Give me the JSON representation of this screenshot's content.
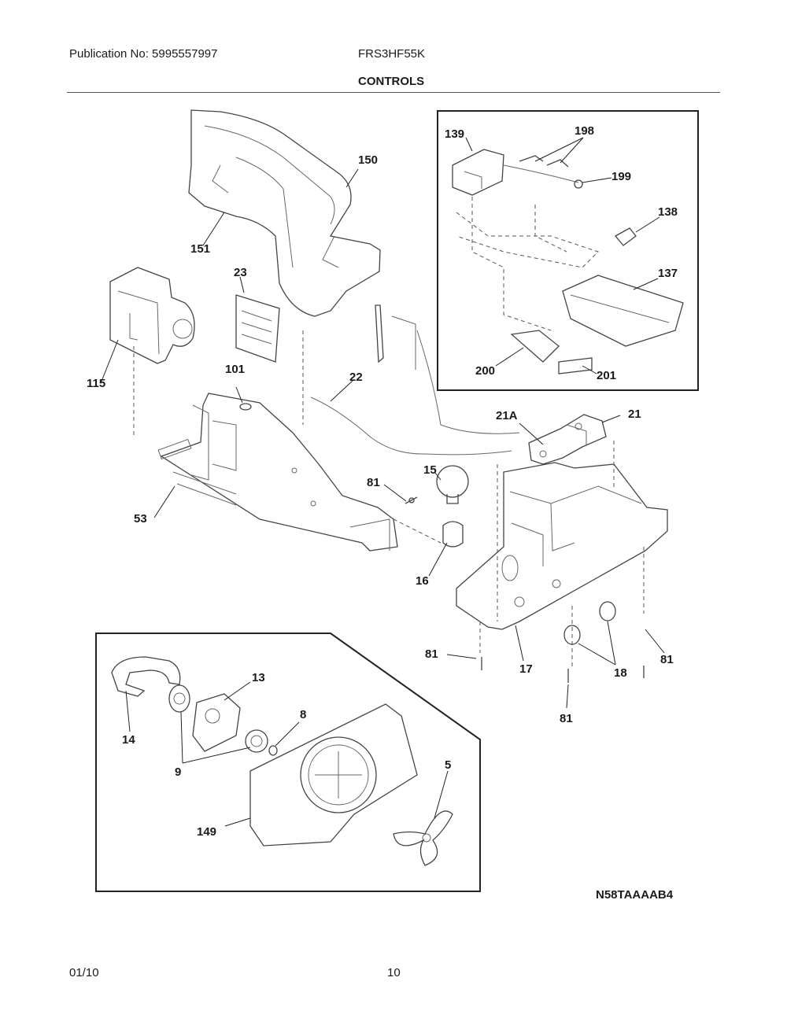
{
  "header": {
    "publication": "Publication No: 5995557997",
    "model": "FRS3HF55K",
    "section_title": "CONTROLS"
  },
  "diagram": {
    "code": "N58TAAAAB4",
    "callouts": {
      "p150": "150",
      "p151": "151",
      "p23": "23",
      "p115": "115",
      "p101": "101",
      "p22": "22",
      "p53": "53",
      "p81a": "81",
      "p15": "15",
      "p16": "16",
      "p21a": "21A",
      "p21": "21",
      "p17": "17",
      "p18": "18",
      "p81b": "81",
      "p81c": "81",
      "p81d": "81",
      "p139": "139",
      "p198": "198",
      "p199": "199",
      "p138": "138",
      "p137": "137",
      "p200": "200",
      "p201": "201",
      "p13": "13",
      "p8": "8",
      "p14": "14",
      "p9": "9",
      "p149": "149",
      "p5": "5"
    }
  },
  "footer": {
    "date": "01/10",
    "page_number": "10"
  }
}
